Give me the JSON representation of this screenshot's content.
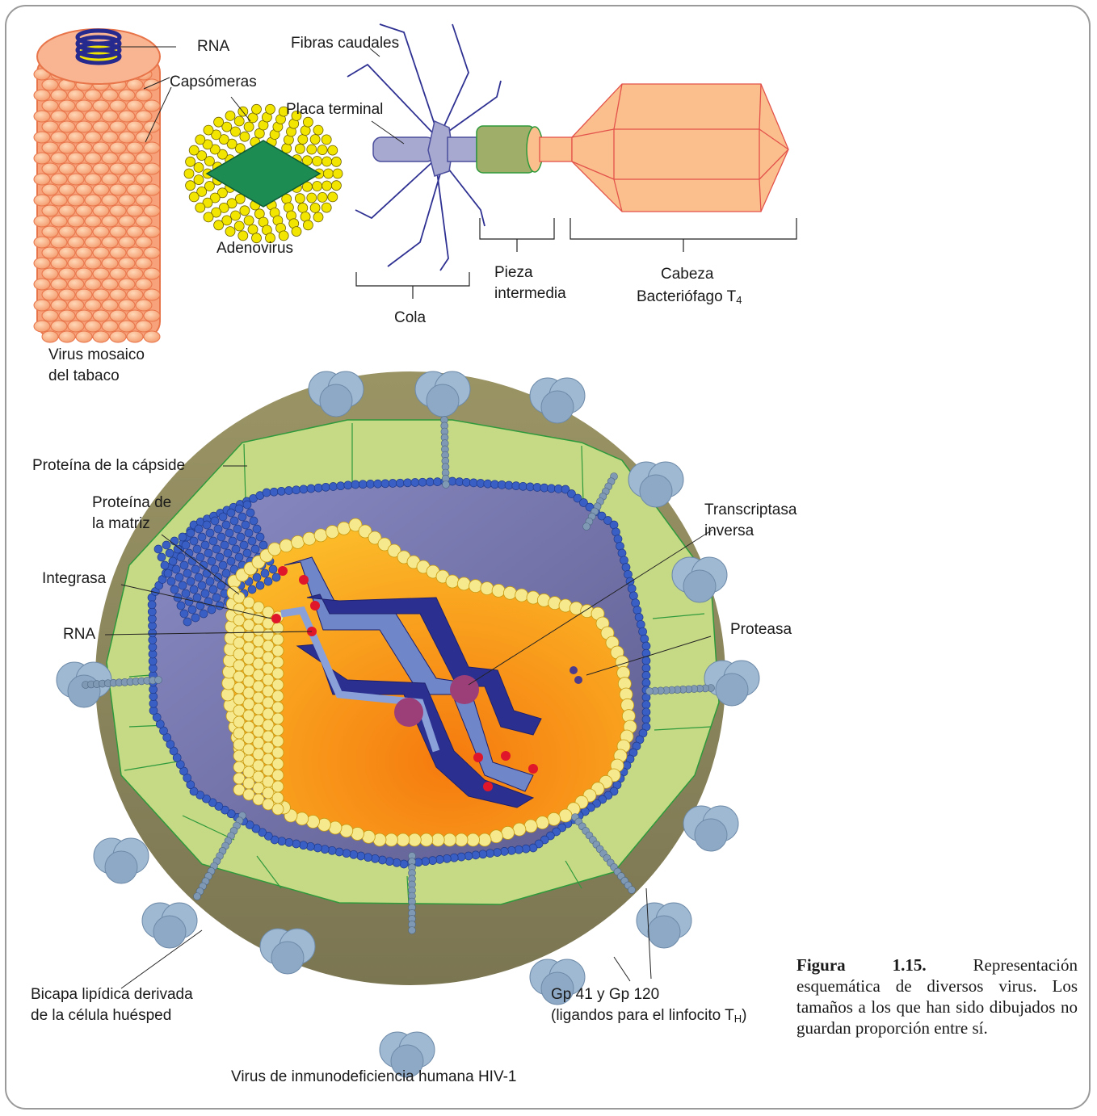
{
  "tmv": {
    "rna": "RNA",
    "capsomeres": "Capsómeras",
    "name_l1": "Virus mosaico",
    "name_l2": "del tabaco"
  },
  "adenovirus": {
    "name": "Adenovirus"
  },
  "phage": {
    "tail_fibers": "Fibras caudales",
    "base_plate": "Placa terminal",
    "tail": "Cola",
    "mid_l1": "Pieza",
    "mid_l2": "intermedia",
    "head": "Cabeza",
    "name": "Bacteriófago T",
    "name_sub": "4"
  },
  "hiv": {
    "capsid_protein": "Proteína de la cápside",
    "matrix_l1": "Proteína de",
    "matrix_l2": "la matriz",
    "integrase": "Integrasa",
    "rna": "RNA",
    "rt_l1": "Transcriptasa",
    "rt_l2": "inversa",
    "protease": "Proteasa",
    "bilayer_l1": "Bicapa lipídica derivada",
    "bilayer_l2": "de la célula huésped",
    "gp_l1": "Gp 41 y Gp 120",
    "gp_l2": "(ligandos para el linfocito T",
    "gp_sub": "H",
    "gp_close": ")",
    "name": "Virus de inmunodeficiencia humana HIV-1"
  },
  "caption": {
    "label": "Figura 1.15.",
    "text": "Representación esquemática de diversos virus. Los tamaños a los que han sido dibujados no guardan proporción entre sí."
  },
  "colors": {
    "tmv_body": "#f7a27a",
    "rna_blue": "#262a8e",
    "adeno_yellow": "#f2e600",
    "adeno_green": "#1c8c53",
    "phage_head": "#fbbf8e",
    "phage_tail": "#a7a9d0",
    "phage_mid": "#9faf6a",
    "hiv_envelope": "#8f8a5c",
    "hiv_capsid": "#c6d985",
    "hiv_core": "#f79a18",
    "hiv_beads": "#3a5fc4",
    "hiv_membrane_beads": "#f6e98d",
    "enzyme_dots": "#e0162a",
    "rt_purple": "#9c3f78",
    "gp_blue": "#9fb9d3"
  }
}
